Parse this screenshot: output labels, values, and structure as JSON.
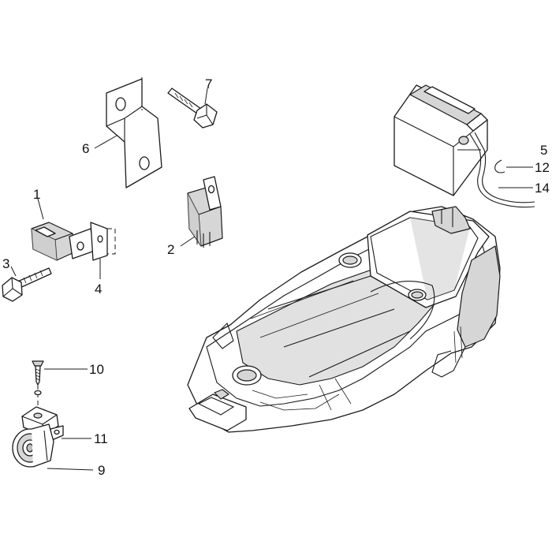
{
  "callouts": {
    "c1": "1",
    "c2": "2",
    "c3": "3",
    "c4": "4",
    "c5": "5",
    "c6": "6",
    "c7": "7",
    "c9": "9",
    "c10": "10",
    "c11": "11",
    "c12": "12",
    "c14": "14"
  },
  "colors": {
    "line": "#1a1a1a",
    "shade": "#c9c9c9",
    "background": "#ffffff"
  }
}
